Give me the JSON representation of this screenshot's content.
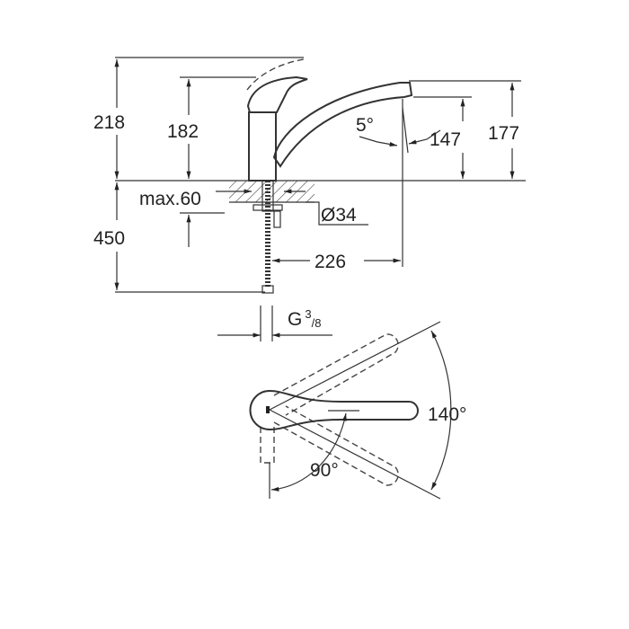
{
  "side_view": {
    "dim_total_height": "218",
    "dim_lever_height": "182",
    "dim_spout_tilt": "5°",
    "dim_outlet_height": "147",
    "dim_spout_height": "177",
    "dim_counter_thickness": "max.60",
    "dim_hole_diameter": "Ø34",
    "dim_hose_length": "450",
    "dim_spout_reach": "226",
    "dim_connection": {
      "main": "G",
      "sup": "3",
      "sub": "/8"
    }
  },
  "top_view": {
    "dim_swivel_angle": "140°",
    "dim_lever_angle": "90°"
  }
}
